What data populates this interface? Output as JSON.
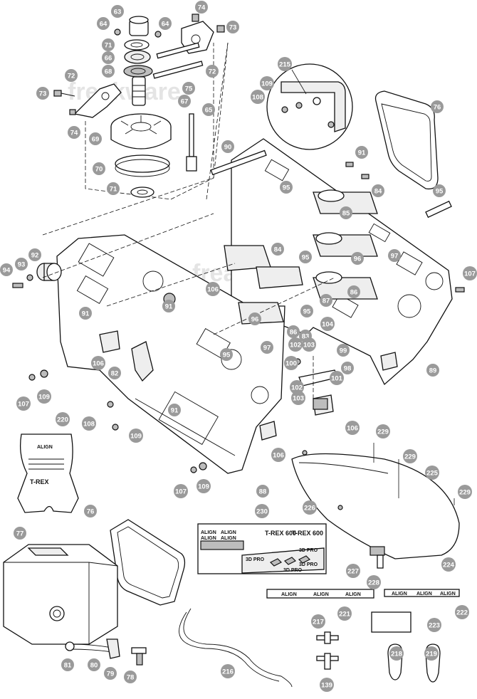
{
  "watermarks": [
    "freakware",
    "freakware"
  ],
  "callouts": [
    {
      "id": "c63",
      "label": "63"
    },
    {
      "id": "c64a",
      "label": "64"
    },
    {
      "id": "c64b",
      "label": "64"
    },
    {
      "id": "c71a",
      "label": "71"
    },
    {
      "id": "c66",
      "label": "66"
    },
    {
      "id": "c68",
      "label": "68"
    },
    {
      "id": "c74a",
      "label": "74"
    },
    {
      "id": "c73a",
      "label": "73"
    },
    {
      "id": "c72a",
      "label": "72"
    },
    {
      "id": "c75",
      "label": "75"
    },
    {
      "id": "c72b",
      "label": "72"
    },
    {
      "id": "c73b",
      "label": "73"
    },
    {
      "id": "c74b",
      "label": "74"
    },
    {
      "id": "c67",
      "label": "67"
    },
    {
      "id": "c65",
      "label": "65"
    },
    {
      "id": "c69",
      "label": "69"
    },
    {
      "id": "c70",
      "label": "70"
    },
    {
      "id": "c71b",
      "label": "71"
    },
    {
      "id": "c215",
      "label": "215"
    },
    {
      "id": "c109a",
      "label": "109"
    },
    {
      "id": "c108a",
      "label": "108"
    },
    {
      "id": "c76a",
      "label": "76"
    },
    {
      "id": "c90",
      "label": "90"
    },
    {
      "id": "c91a",
      "label": "91"
    },
    {
      "id": "c95a",
      "label": "95"
    },
    {
      "id": "c84a",
      "label": "84"
    },
    {
      "id": "c85",
      "label": "85"
    },
    {
      "id": "c95b",
      "label": "95"
    },
    {
      "id": "c84b",
      "label": "84"
    },
    {
      "id": "c95c",
      "label": "95"
    },
    {
      "id": "c96a",
      "label": "96"
    },
    {
      "id": "c97a",
      "label": "97"
    },
    {
      "id": "c92",
      "label": "92"
    },
    {
      "id": "c93",
      "label": "93"
    },
    {
      "id": "c94",
      "label": "94"
    },
    {
      "id": "c106a",
      "label": "106"
    },
    {
      "id": "c91b",
      "label": "91"
    },
    {
      "id": "c91c",
      "label": "91"
    },
    {
      "id": "c86a",
      "label": "86"
    },
    {
      "id": "c87",
      "label": "87"
    },
    {
      "id": "c86b",
      "label": "86"
    },
    {
      "id": "c107a",
      "label": "107"
    },
    {
      "id": "c95d",
      "label": "95"
    },
    {
      "id": "c96b",
      "label": "96"
    },
    {
      "id": "c97b",
      "label": "97"
    },
    {
      "id": "c83",
      "label": "83"
    },
    {
      "id": "c104",
      "label": "104"
    },
    {
      "id": "c102a",
      "label": "102"
    },
    {
      "id": "c103a",
      "label": "103"
    },
    {
      "id": "c99",
      "label": "99"
    },
    {
      "id": "c101",
      "label": "101"
    },
    {
      "id": "c100",
      "label": "100"
    },
    {
      "id": "c98",
      "label": "98"
    },
    {
      "id": "c102b",
      "label": "102"
    },
    {
      "id": "c103b",
      "label": "103"
    },
    {
      "id": "c106b",
      "label": "106"
    },
    {
      "id": "c89",
      "label": "89"
    },
    {
      "id": "c95e",
      "label": "95"
    },
    {
      "id": "c106c",
      "label": "106"
    },
    {
      "id": "c82",
      "label": "82"
    },
    {
      "id": "c91d",
      "label": "91"
    },
    {
      "id": "c107b",
      "label": "107"
    },
    {
      "id": "c109b",
      "label": "109"
    },
    {
      "id": "c108b",
      "label": "108"
    },
    {
      "id": "c109c",
      "label": "109"
    },
    {
      "id": "c220",
      "label": "220"
    },
    {
      "id": "c106d",
      "label": "106"
    },
    {
      "id": "c107c",
      "label": "107"
    },
    {
      "id": "c109d",
      "label": "109"
    },
    {
      "id": "c88",
      "label": "88"
    },
    {
      "id": "c229a",
      "label": "229"
    },
    {
      "id": "c229b",
      "label": "229"
    },
    {
      "id": "c225",
      "label": "225"
    },
    {
      "id": "c229c",
      "label": "229"
    },
    {
      "id": "c226",
      "label": "226"
    },
    {
      "id": "c76b",
      "label": "76"
    },
    {
      "id": "c77",
      "label": "77"
    },
    {
      "id": "c230",
      "label": "230"
    },
    {
      "id": "c227",
      "label": "227"
    },
    {
      "id": "c224",
      "label": "224"
    },
    {
      "id": "c228",
      "label": "228"
    },
    {
      "id": "c221",
      "label": "221"
    },
    {
      "id": "c222",
      "label": "222"
    },
    {
      "id": "c223",
      "label": "223"
    },
    {
      "id": "c217",
      "label": "217"
    },
    {
      "id": "c216",
      "label": "216"
    },
    {
      "id": "c139",
      "label": "139"
    },
    {
      "id": "c81",
      "label": "81"
    },
    {
      "id": "c80",
      "label": "80"
    },
    {
      "id": "c79",
      "label": "79"
    },
    {
      "id": "c78",
      "label": "78"
    },
    {
      "id": "c218",
      "label": "218"
    },
    {
      "id": "c219",
      "label": "219"
    }
  ],
  "decals": {
    "sheet_brand_1": "ALIGN",
    "sheet_brand_2": "ALIGN",
    "sheet_brand_3": "ALIGN",
    "sheet_brand_4": "ALIGN",
    "sheet_model_1": "T-REX 600",
    "sheet_model_2": "T-REX 600",
    "sheet_variant_1": "3D PRO",
    "sheet_variant_2": "3D PRO",
    "sheet_variant_3": "3D PRO",
    "sheet_variant_4": "3D PRO",
    "strip1_a": "ALIGN",
    "strip1_b": "ALIGN",
    "strip1_c": "ALIGN",
    "strip2_a": "ALIGN",
    "strip2_b": "ALIGN",
    "strip2_c": "ALIGN",
    "guard_brand": "ALIGN",
    "guard_model": "T-REX"
  }
}
